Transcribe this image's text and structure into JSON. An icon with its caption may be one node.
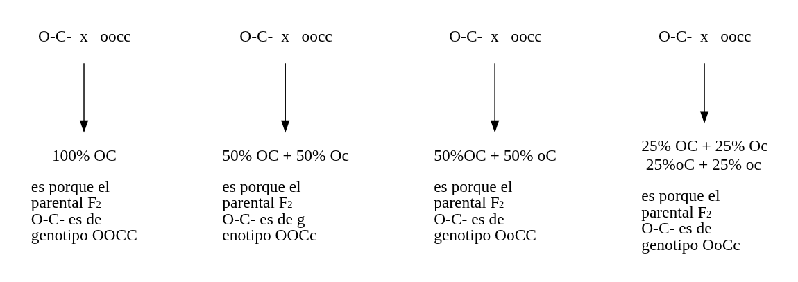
{
  "diagram": {
    "nodes": [
      {
        "text": [
          "O-C-  x   oocc"
        ]
      },
      {
        "text": [
          "O-C-  x   oocc"
        ]
      },
      {
        "text": [
          "O-C-  x   oocc"
        ]
      },
      {
        "text": [
          "O-C-  x   oocc"
        ]
      },
      {
        "text": [
          "100% OC"
        ],
        "beside": [
          "es porque el parental F$_{2}$ O-C- es de genotipo OOCC"
        ]
      },
      {
        "text": [
          "50% OC + 50% Oc"
        ],
        "beside": [
          "es porque el parental F$_{2}$ O-C- es de g enotipo OOCc"
        ]
      },
      {
        "text": [
          "50%OC + 50% oC"
        ],
        "beside": [
          "es porque el parental F$_{2}$ O-C- es de genotipo OoCC"
        ]
      },
      {
        "text": [
          "25% OC + 25% Oc 25%oC + 25% oc"
        ],
        "beside": [
          "es porque el parental F$_{2}$ O-C- es de genotipo OoCc"
        ]
      }
    ],
    "edges": [
      {
        "from": 0,
        "to": 4,
        "arrow": "to"
      },
      {
        "from": 1,
        "to": 5,
        "arrow": "to"
      },
      {
        "from": 2,
        "to": 6,
        "arrow": "to"
      },
      {
        "from": 3,
        "to": 7,
        "arrow": "to"
      }
    ]
  }
}
